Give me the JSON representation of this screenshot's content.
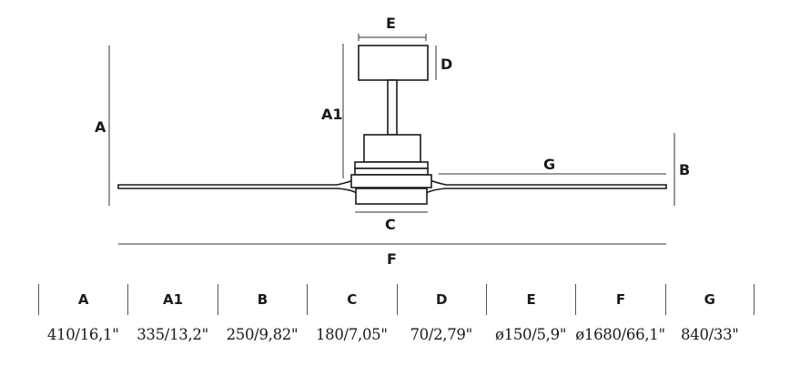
{
  "labels": {
    "A": "A",
    "A1": "A1",
    "B": "B",
    "C": "C",
    "D": "D",
    "E": "E",
    "F": "F",
    "G": "G"
  },
  "table": {
    "headers": [
      "A",
      "A1",
      "B",
      "C",
      "D",
      "E",
      "F",
      "G"
    ],
    "values": [
      "410/16,1\"",
      "335/13,2\"",
      "250/9,82\"",
      "180/7,05\"",
      "70/2,79\"",
      "ø150/5,9\"",
      "ø1680/66,1\"",
      "840/33\""
    ]
  },
  "colors": {
    "line": "#1a1a1a",
    "background": "#ffffff"
  }
}
